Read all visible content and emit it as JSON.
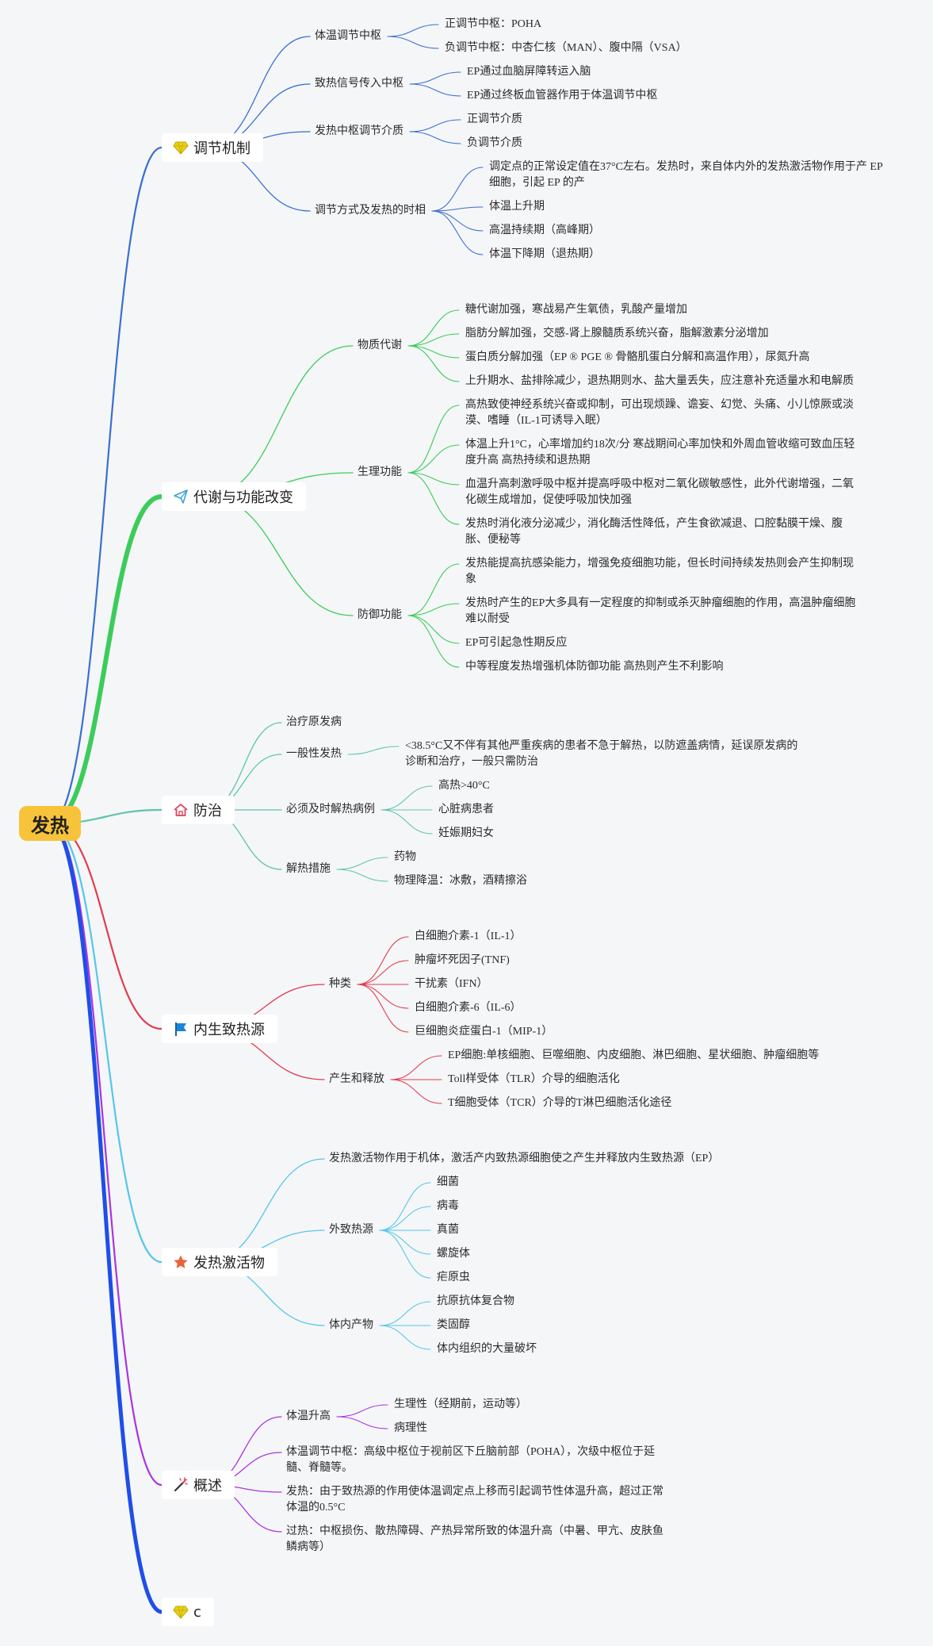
{
  "root": "发热",
  "colors": {
    "root_bg": "#f7c33b",
    "c1": "#3a6fd0",
    "c2": "#3ccc5a",
    "c3": "#5ec4ac",
    "c4": "#e23b4e",
    "c5": "#56c6e8",
    "c6": "#aa35e0",
    "c7": "#1f4ee8"
  },
  "categories": [
    {
      "label": "调节机制",
      "icon": "gem-icon"
    },
    {
      "label": "代谢与功能改变",
      "icon": "paper-plane-icon"
    },
    {
      "label": "防治",
      "icon": "home-icon"
    },
    {
      "label": "内生致热源",
      "icon": "flag-icon"
    },
    {
      "label": "发热激活物",
      "icon": "star-icon"
    },
    {
      "label": "概述",
      "icon": "magic-wand-icon"
    },
    {
      "label": "c",
      "icon": "gem-icon"
    }
  ],
  "nodes": {
    "c1": {
      "b1": "体温调节中枢",
      "b1_l1": "正调节中枢：POHA",
      "b1_l2": "负调节中枢：中杏仁核（MAN）、腹中隔（VSA）",
      "b2": "致热信号传入中枢",
      "b2_l1": "EP通过血脑屏障转运入脑",
      "b2_l2": "EP通过终板血管器作用于体温调节中枢",
      "b3": "发热中枢调节介质",
      "b3_l1": "正调节介质",
      "b3_l2": "负调节介质",
      "b4": "调节方式及发热的时相",
      "b4_l1": "调定点的正常设定值在37°C左右。发热时，来自体内外的发热激活物作用于产 EP 细胞，引起 EP 的产",
      "b4_l2": "体温上升期",
      "b4_l3": "高温持续期（高峰期）",
      "b4_l4": "体温下降期（退热期）"
    },
    "c2": {
      "b1": "物质代谢",
      "b1_l1": "糖代谢加强，寒战易产生氧债，乳酸产量增加",
      "b1_l2": "脂肪分解加强，交感-肾上腺髓质系统兴奋，脂解激素分泌增加",
      "b1_l3": "蛋白质分解加强（EP ® PGE ® 骨骼肌蛋白分解和高温作用），尿氮升高",
      "b1_l4": "上升期水、盐排除减少，退热期则水、盐大量丢失，应注意补充适量水和电解质",
      "b2": "生理功能",
      "b2_l1": "高热致使神经系统兴奋或抑制，可出现烦躁、谵妄、幻觉、头痛、小儿惊厥或淡漠、嗜睡（IL-1可诱导入眠）",
      "b2_l2": "体温上升1°C，心率增加约18次/分 寒战期间心率加快和外周血管收缩可致血压轻度升高 高热持续和退热期",
      "b2_l3": "血温升高刺激呼吸中枢并提高呼吸中枢对二氧化碳敏感性，此外代谢增强，二氧化碳生成增加，促使呼吸加快加强",
      "b2_l4": "发热时消化液分泌减少，消化酶活性降低，产生食欲减退、口腔黏膜干燥、腹胀、便秘等",
      "b3": "防御功能",
      "b3_l1": "发热能提高抗感染能力，增强免疫细胞功能，但长时间持续发热则会产生抑制现象",
      "b3_l2": "发热时产生的EP大多具有一定程度的抑制或杀灭肿瘤细胞的作用，高温肿瘤细胞难以耐受",
      "b3_l3": "EP可引起急性期反应",
      "b3_l4": "中等程度发热增强机体防御功能 高热则产生不利影响"
    },
    "c3": {
      "b1": "治疗原发病",
      "b2": "一般性发热",
      "b2_l1": "<38.5°C又不伴有其他严重疾病的患者不急于解热，以防遮盖病情，延误原发病的诊断和治疗，一般只需防治",
      "b3": "必须及时解热病例",
      "b3_l1": "高热>40°C",
      "b3_l2": "心脏病患者",
      "b3_l3": "妊娠期妇女",
      "b4": "解热措施",
      "b4_l1": "药物",
      "b4_l2": "物理降温：冰敷，酒精擦浴"
    },
    "c4": {
      "b1": "种类",
      "b1_l1": "白细胞介素-1（IL-1）",
      "b1_l2": "肿瘤坏死因子(TNF)",
      "b1_l3": "干扰素（IFN）",
      "b1_l4": "白细胞介素-6（IL-6）",
      "b1_l5": "巨细胞炎症蛋白-1（MIP-1）",
      "b2": "产生和释放",
      "b2_l1": "EP细胞:单核细胞、巨噬细胞、内皮细胞、淋巴细胞、星状细胞、肿瘤细胞等",
      "b2_l2": "Toll样受体（TLR）介导的细胞活化",
      "b2_l3": "T细胞受体（TCR）介导的T淋巴细胞活化途径"
    },
    "c5": {
      "b1": "发热激活物作用于机体，激活产内致热源细胞使之产生并释放内生致热源（EP）",
      "b2": "外致热源",
      "b2_l1": "细菌",
      "b2_l2": "病毒",
      "b2_l3": "真菌",
      "b2_l4": "螺旋体",
      "b2_l5": "疟原虫",
      "b3": "体内产物",
      "b3_l1": "抗原抗体复合物",
      "b3_l2": "类固醇",
      "b3_l3": "体内组织的大量破坏"
    },
    "c6": {
      "b1": "体温升高",
      "b1_l1": "生理性（经期前，运动等）",
      "b1_l2": "病理性",
      "b2": "体温调节中枢：高级中枢位于视前区下丘脑前部（POHA），次级中枢位于延髓、脊髓等。",
      "b3": "发热：由于致热源的作用使体温调定点上移而引起调节性体温升高，超过正常体温的0.5°C",
      "b4": "过热：中枢损伤、散热障碍、产热异常所致的体温升高（中暑、甲亢、皮肤鱼鳞病等）"
    }
  }
}
